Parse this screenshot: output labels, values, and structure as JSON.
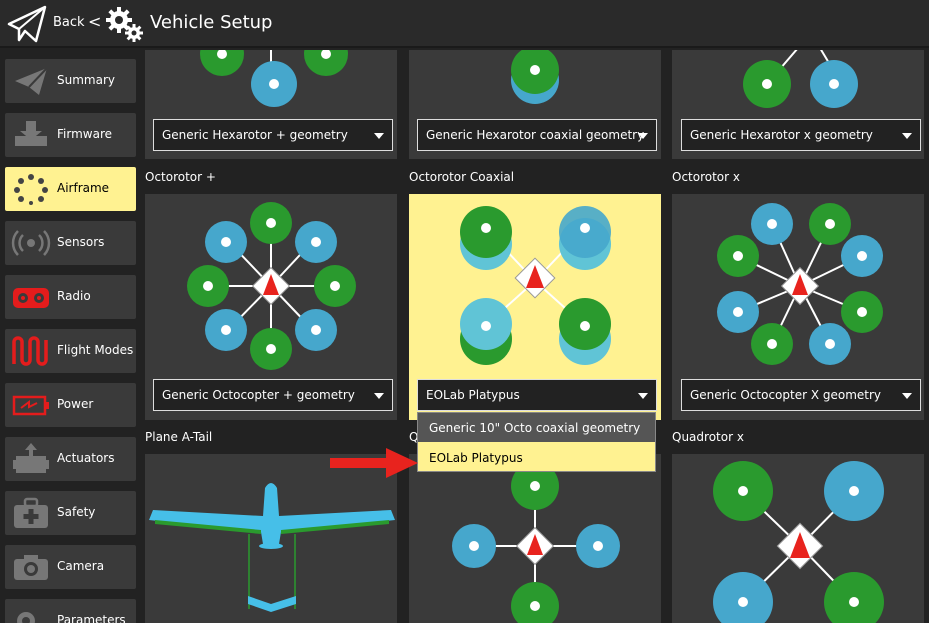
{
  "header": {
    "back_label": "Back",
    "separator": "<",
    "title": "Vehicle Setup"
  },
  "sidebar": {
    "items": [
      {
        "label": "Summary",
        "icon": "paper-plane-icon"
      },
      {
        "label": "Firmware",
        "icon": "download-icon"
      },
      {
        "label": "Airframe",
        "icon": "airframe-icon",
        "active": true
      },
      {
        "label": "Sensors",
        "icon": "sensor-icon"
      },
      {
        "label": "Radio",
        "icon": "radio-icon"
      },
      {
        "label": "Flight Modes",
        "icon": "flight-modes-icon"
      },
      {
        "label": "Power",
        "icon": "battery-icon"
      },
      {
        "label": "Actuators",
        "icon": "actuator-icon"
      },
      {
        "label": "Safety",
        "icon": "safety-icon"
      },
      {
        "label": "Camera",
        "icon": "camera-icon"
      },
      {
        "label": "Parameters",
        "icon": "gears-icon"
      }
    ]
  },
  "groups": {
    "row1": [
      {
        "selected_value": "Generic Hexarotor + geometry"
      },
      {
        "selected_value": "Generic Hexarotor coaxial geometry"
      },
      {
        "selected_value": "Generic Hexarotor x geometry"
      }
    ],
    "row2": [
      {
        "label": "Octorotor +",
        "selected_value": "Generic Octocopter + geometry"
      },
      {
        "label": "Octorotor Coaxial",
        "selected_value": "EOLab Platypus"
      },
      {
        "label": "Octorotor x",
        "selected_value": "Generic Octocopter X geometry"
      }
    ],
    "row3": [
      {
        "label": "Plane A-Tail"
      },
      {
        "label": "Q"
      },
      {
        "label": "Quadrotor x"
      }
    ]
  },
  "dropdown": {
    "options": [
      "Generic 10\" Octo coaxial geometry",
      "EOLab Platypus"
    ]
  },
  "colors": {
    "selected_tile": "#fff291",
    "tile": "#3a3a3a",
    "motor_green": "#2a9a2e",
    "motor_blue": "#46a7cc",
    "arrow_red": "#e8231e"
  }
}
